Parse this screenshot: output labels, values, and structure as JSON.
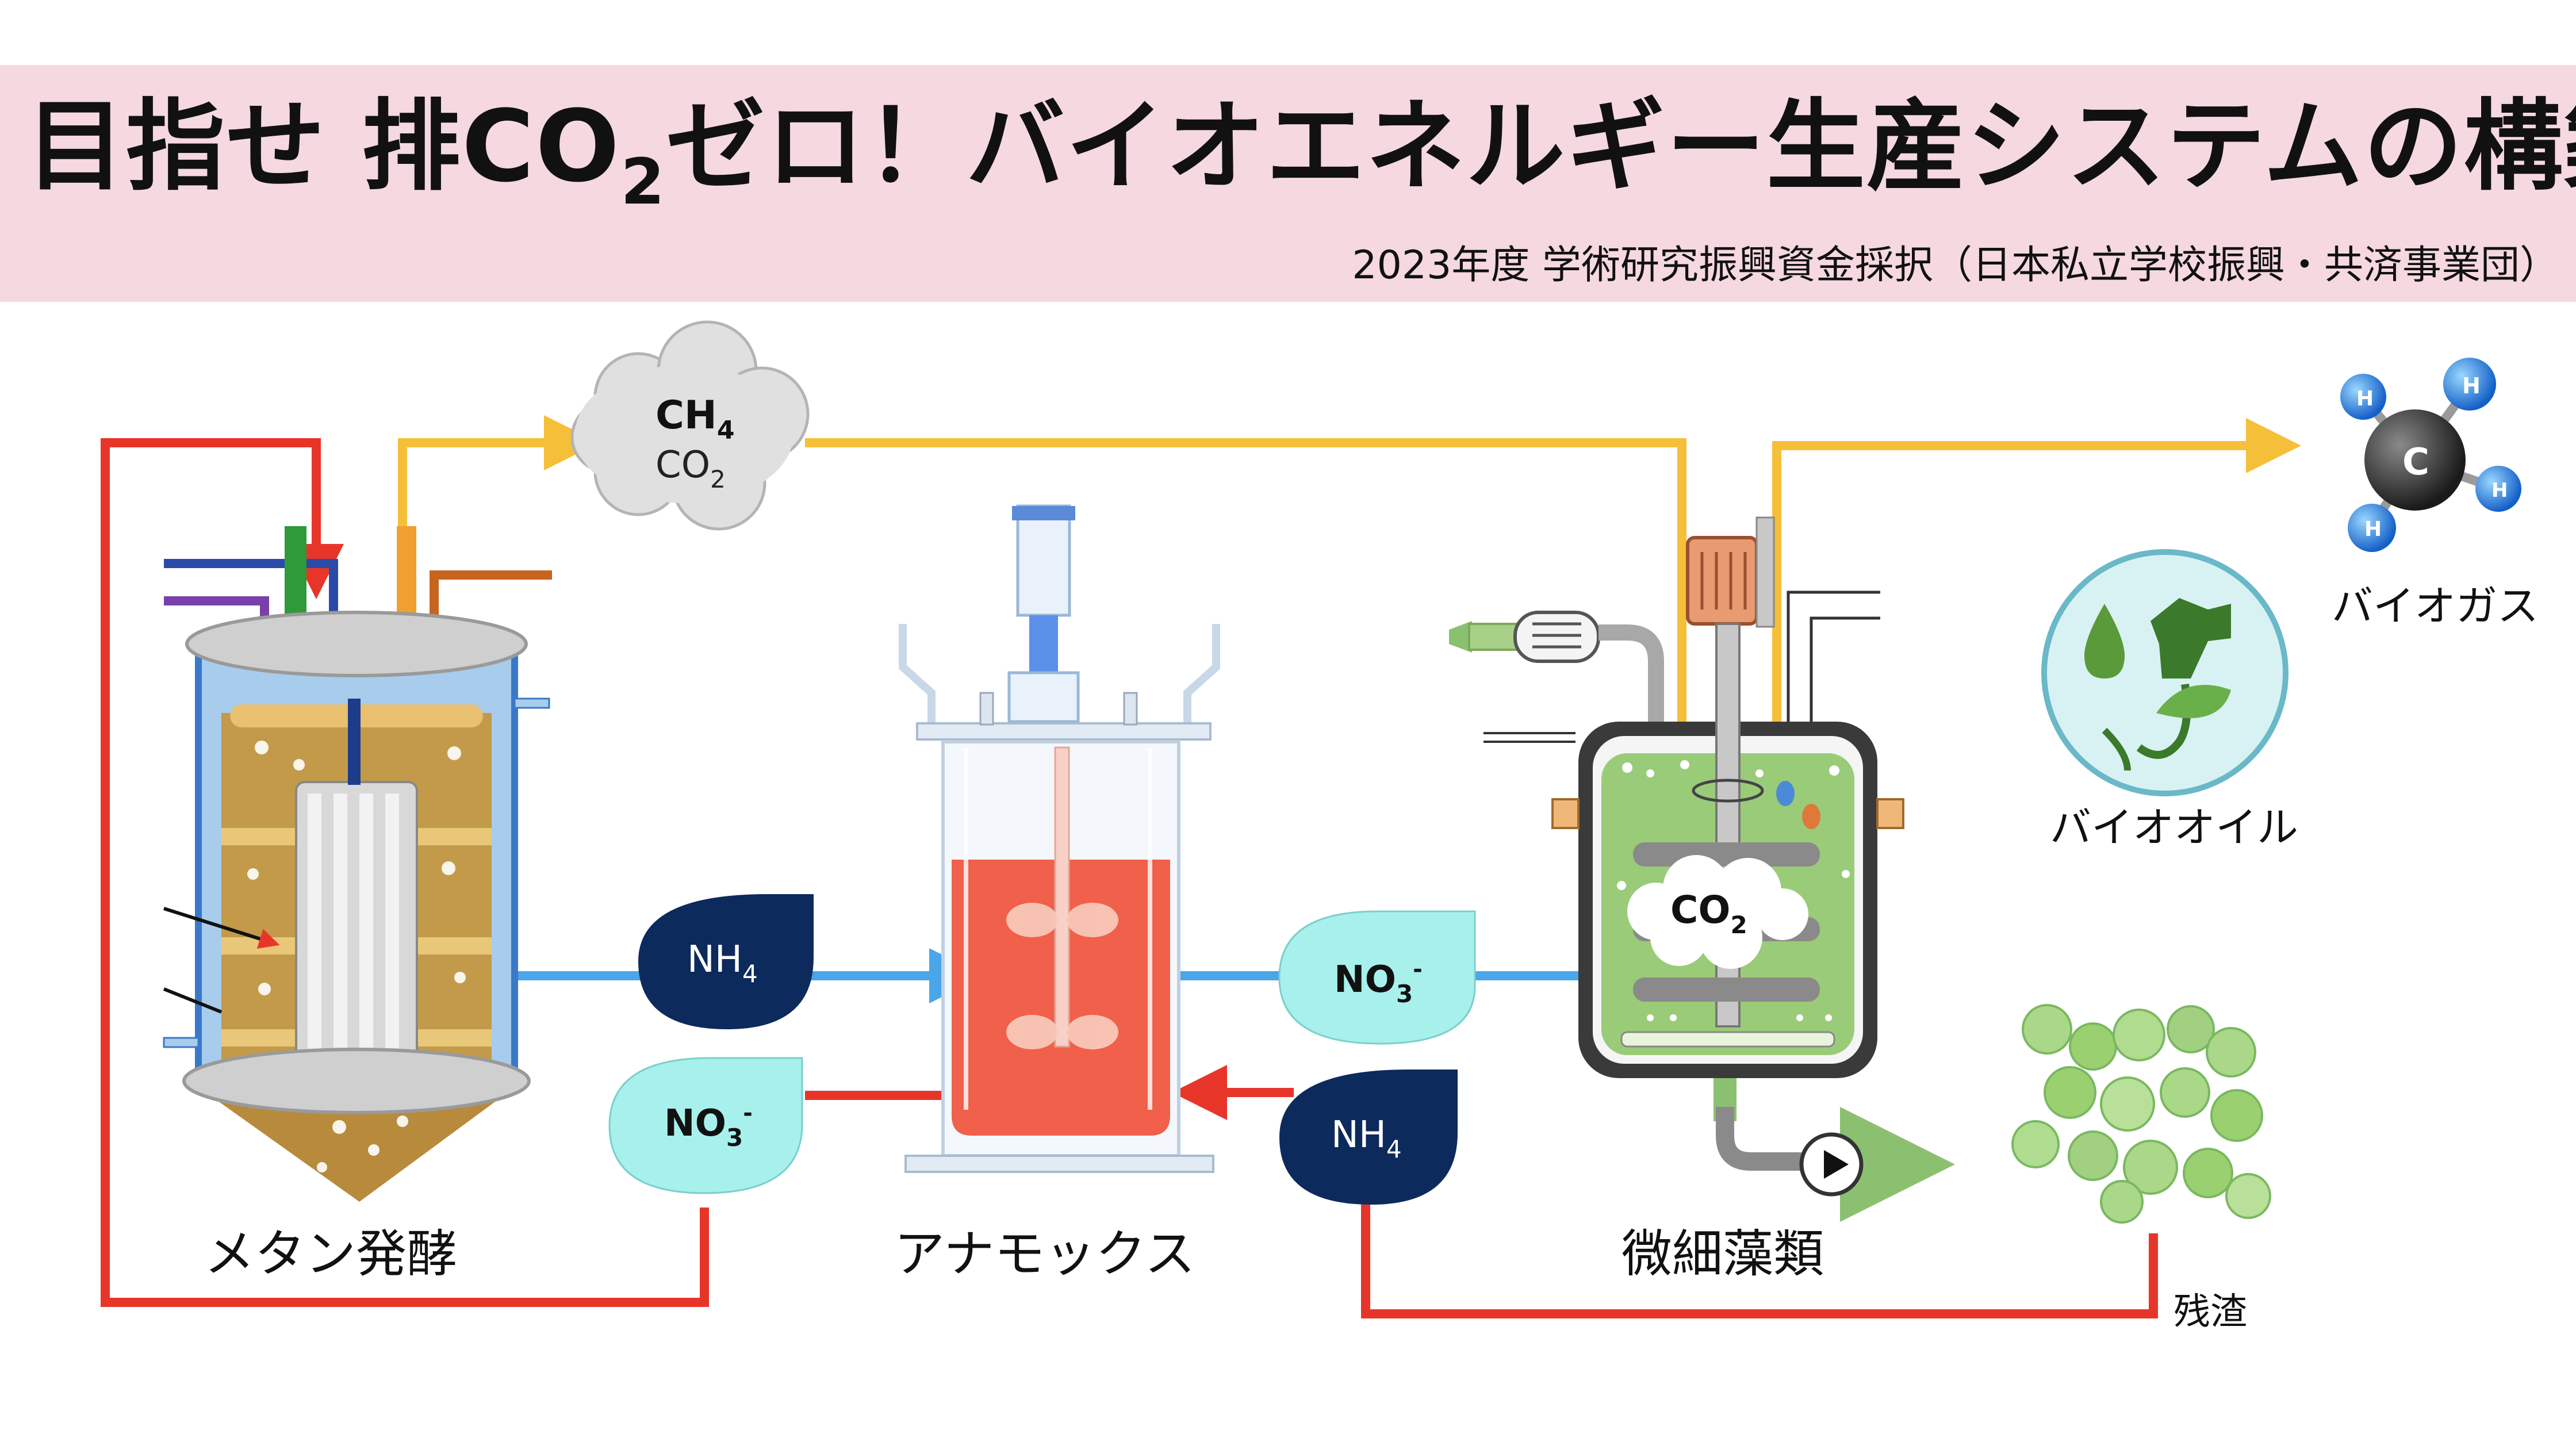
{
  "header": {
    "title_part1": "目指せ 排CO",
    "title_sub": "2",
    "title_part2": "ゼロ！バイオエネルギー生産システムの構築",
    "subtitle": "2023年度 学術研究振興資金採択（日本私立学校振興・共済事業団）"
  },
  "cloud": {
    "ch": "CH",
    "ch_sub": "4",
    "co": "CO",
    "co_sub": "2"
  },
  "reactor_co2": {
    "co": "CO",
    "co_sub": "2"
  },
  "tags": {
    "nh4_top": {
      "main": "NH",
      "sub": "4",
      "sup": ""
    },
    "no3_left": {
      "main": "NO",
      "sub": "3",
      "sup": "-"
    },
    "no3_right": {
      "main": "NO",
      "sub": "3",
      "sup": "-"
    },
    "nh4_bottom": {
      "main": "NH",
      "sub": "4",
      "sup": ""
    }
  },
  "labels": {
    "methane": "メタン発酵",
    "anammox": "アナモックス",
    "microalgae": "微細藻類",
    "biogas": "バイオガス",
    "biooil": "バイオオイル",
    "residue": "残渣"
  },
  "molecule": {
    "center": "C",
    "h": "H"
  },
  "colors": {
    "title_band": "#f5d8e0",
    "red_flow": "#e8352a",
    "yellow_flow": "#f5bf3a",
    "blue_flow": "#4aa6e8",
    "navy_tag": "#0d2a5c",
    "aqua_tag": "#a8f0ec",
    "anammox_liquid": "#f0604a",
    "algae_liquid": "#9acb78",
    "methane_liquid": "#c8902e"
  }
}
